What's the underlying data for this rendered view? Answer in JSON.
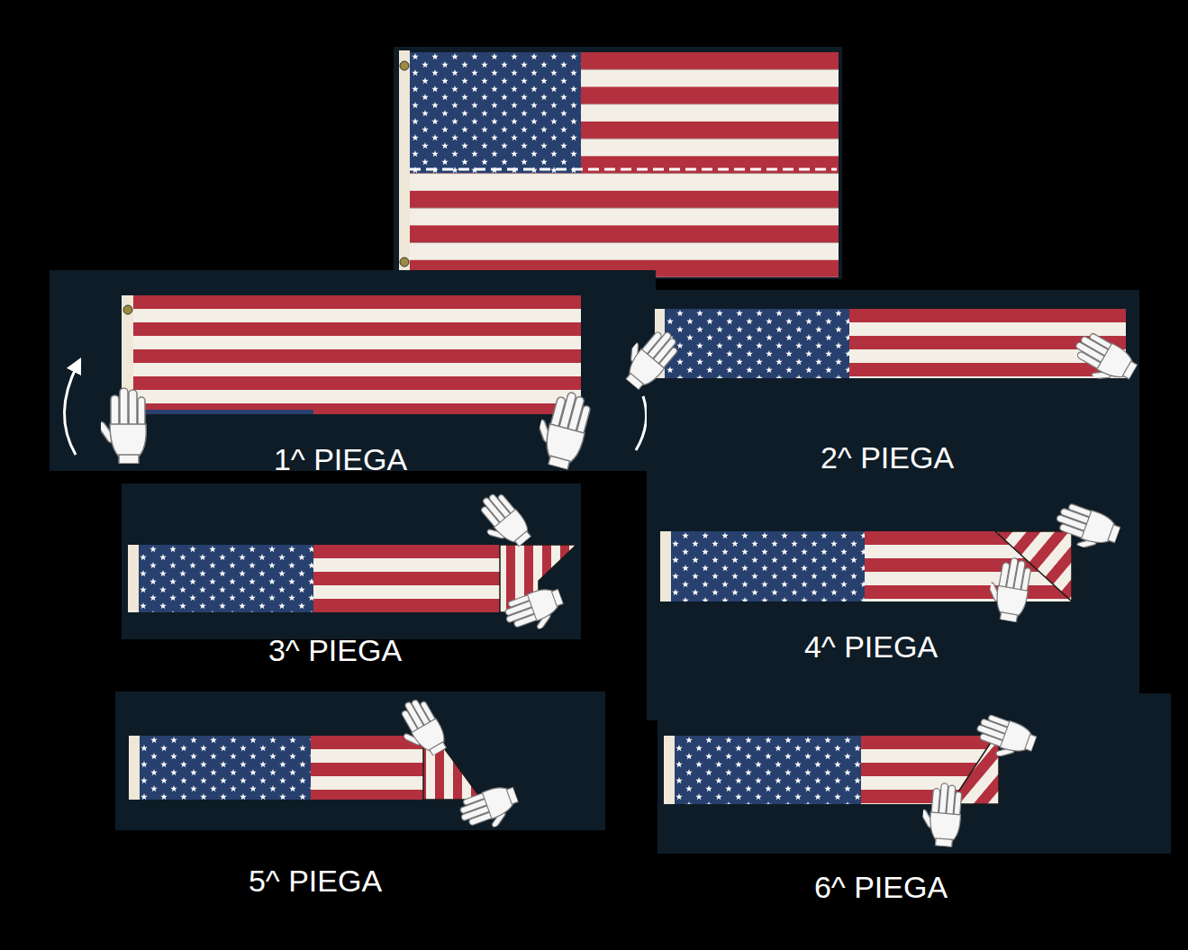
{
  "diagram": {
    "labels": [
      "1^ PIEGA",
      "2^ PIEGA",
      "3^ PIEGA",
      "4^ PIEGA",
      "5^ PIEGA",
      "6^ PIEGA"
    ]
  }
}
